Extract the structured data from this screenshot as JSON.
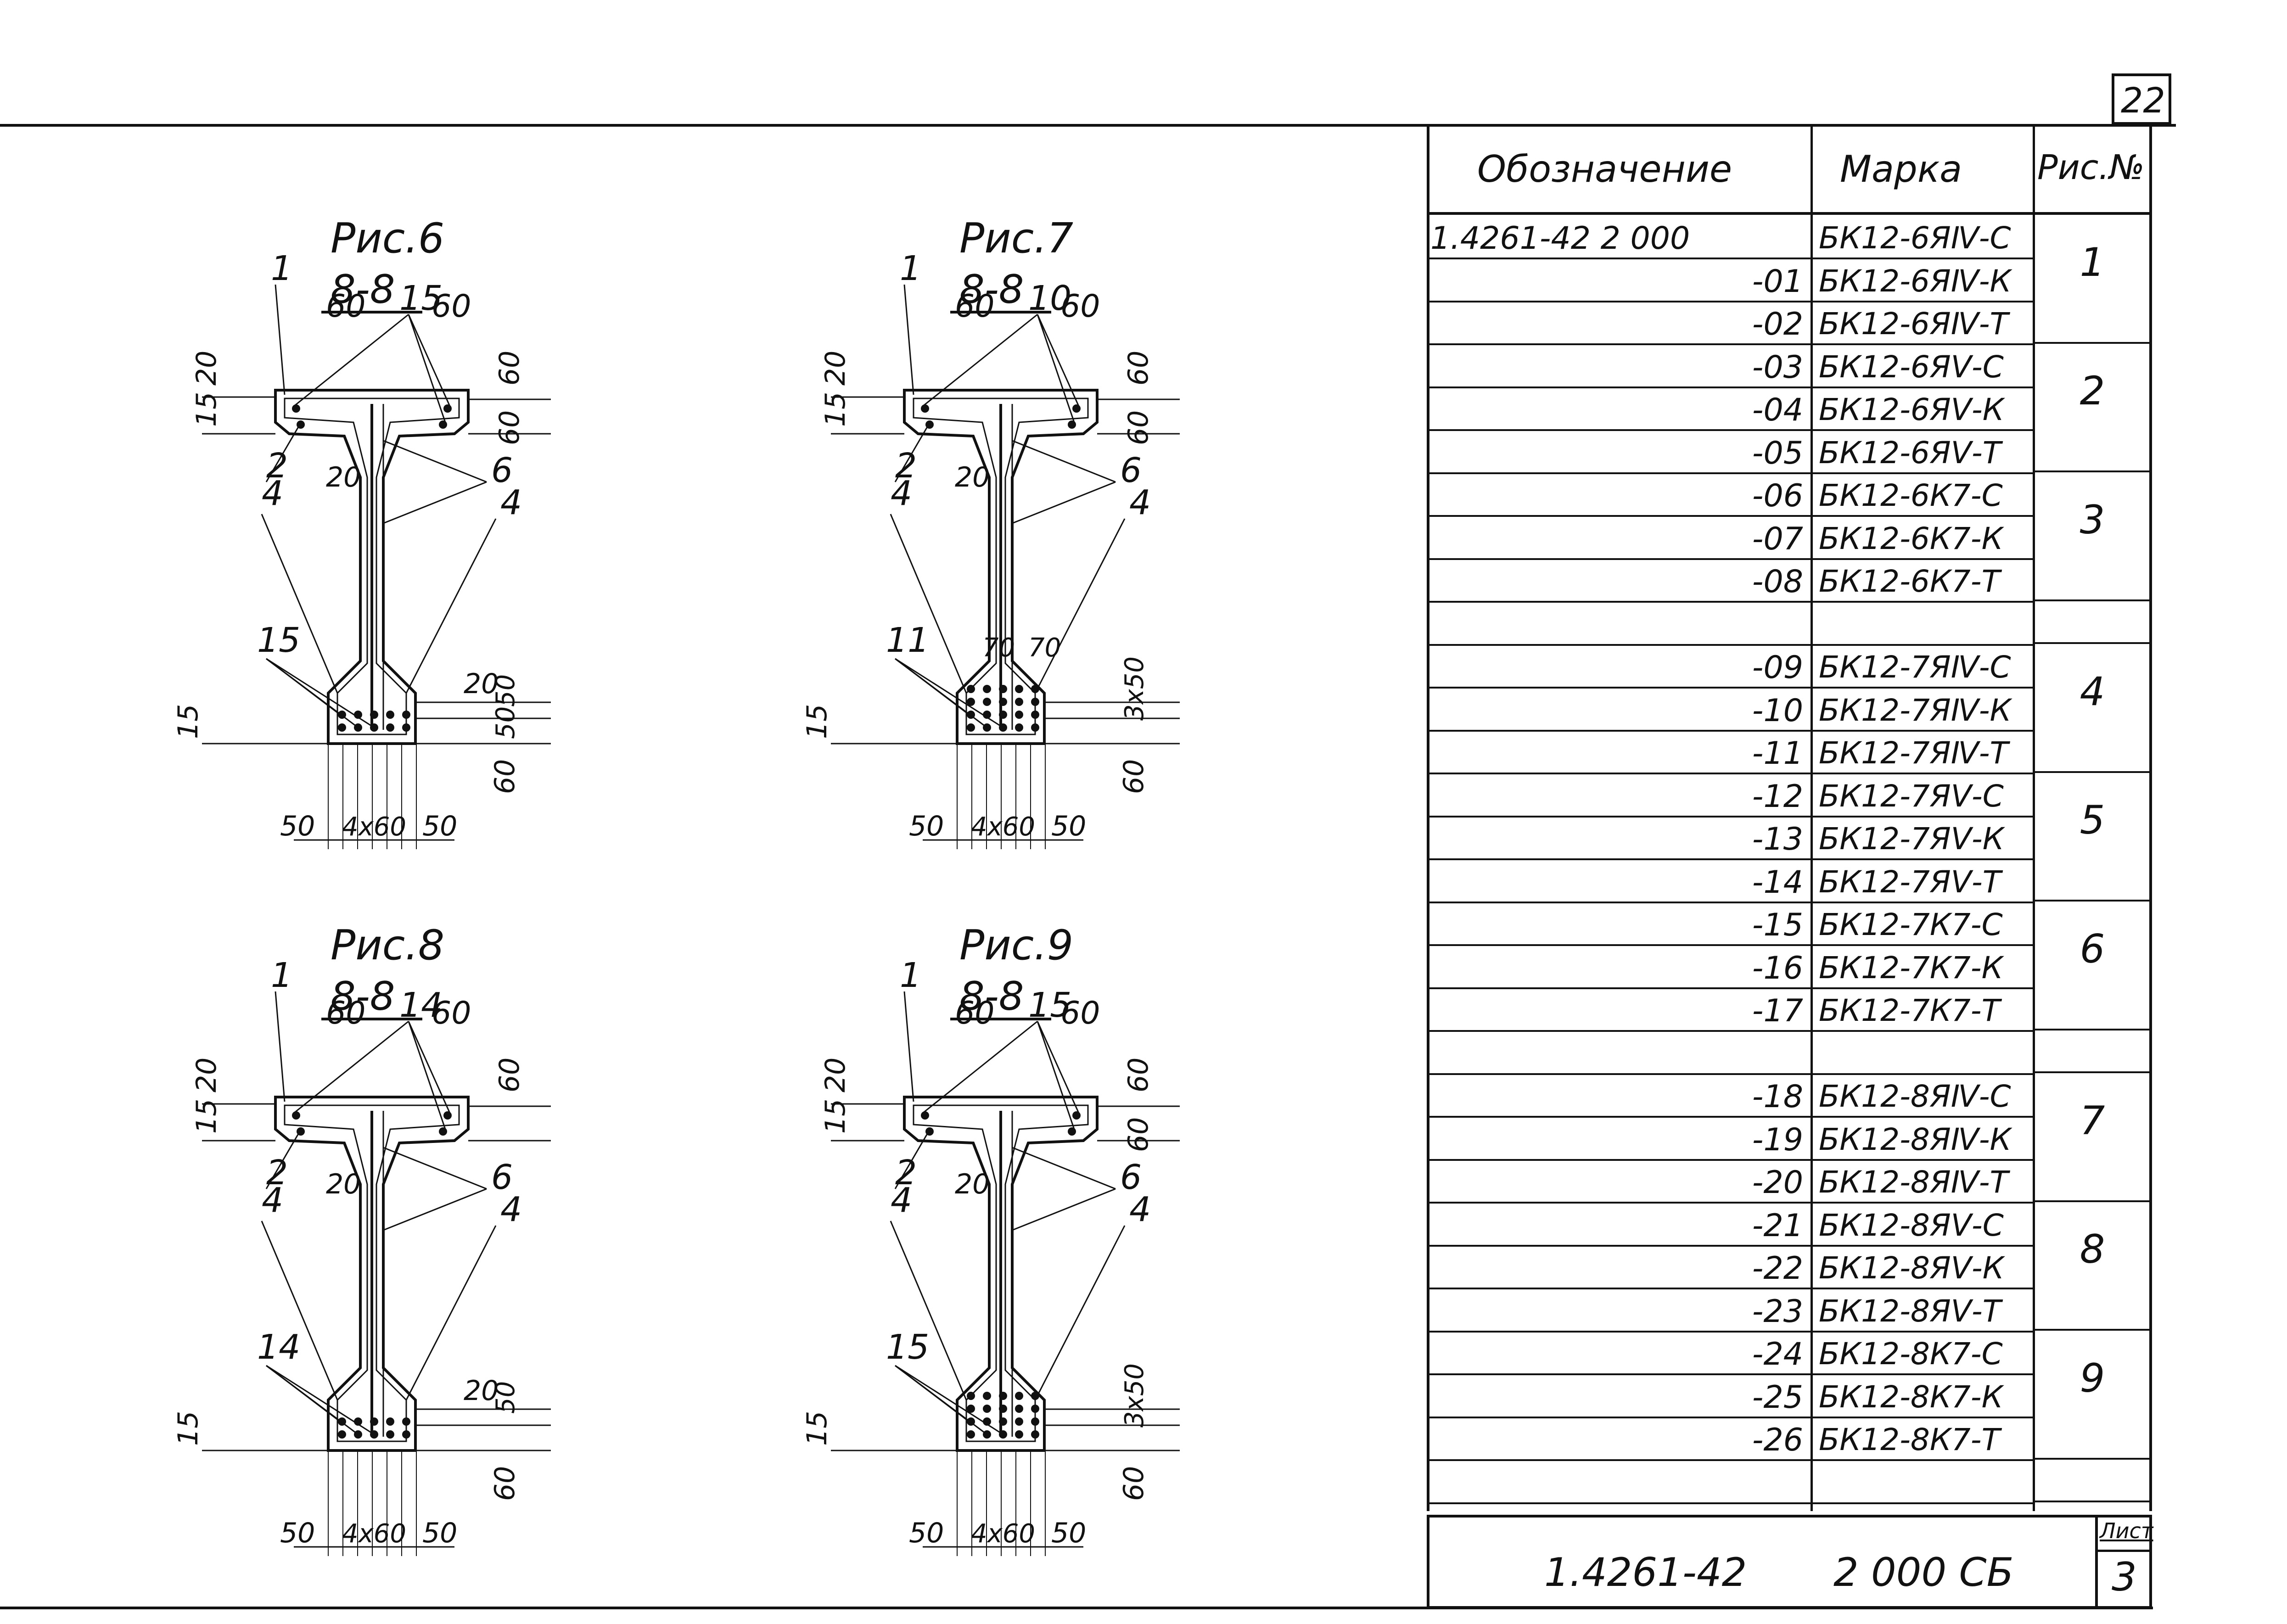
{
  "sheet_number_top": "22",
  "figures": [
    {
      "title": "Рис.6",
      "section": "8-8",
      "labels": {
        "top_left_dim": "60",
        "top_right_dim": "60",
        "bar_top": "15",
        "pos1": "1",
        "pos2": "2",
        "pos4a": "4",
        "pos4b": "4",
        "pos6": "6",
        "dim20a": "20",
        "dim15a": "15",
        "dim20web": "20",
        "right60a": "60",
        "right60b": "60",
        "bar_bottom": "15",
        "dim20b": "20",
        "dim50a": "50",
        "dim50b": "50",
        "dim60c": "60",
        "dim15b": "15",
        "bot_left": "50",
        "bot_mid": "4x60",
        "bot_right": "50"
      }
    },
    {
      "title": "Рис.7",
      "section": "8-8",
      "labels": {
        "top_left_dim": "60",
        "top_right_dim": "60",
        "bar_top": "10",
        "pos1": "1",
        "pos2": "2",
        "pos4a": "4",
        "pos4b": "4",
        "pos6": "6",
        "dim20a": "20",
        "dim15a": "15",
        "dim20web": "20",
        "right60a": "60",
        "right60b": "60",
        "bar_bottom": "11",
        "dim70a": "70",
        "dim70b": "70",
        "dim3x50": "3x50",
        "dim60c": "60",
        "dim15b": "15",
        "bot_left": "50",
        "bot_mid": "4x60",
        "bot_right": "50"
      }
    },
    {
      "title": "Рис.8",
      "section": "8-8",
      "labels": {
        "top_left_dim": "60",
        "top_right_dim": "60",
        "bar_top": "14",
        "pos1": "1",
        "pos2": "2",
        "pos4a": "4",
        "pos4b": "4",
        "pos6": "6",
        "dim20a": "20",
        "dim15a": "15",
        "dim20web": "20",
        "right60a": "60",
        "bar_bottom": "14",
        "dim20b": "20",
        "dim50a": "50",
        "dim60c": "60",
        "dim15b": "15",
        "bot_left": "50",
        "bot_mid": "4x60",
        "bot_right": "50"
      }
    },
    {
      "title": "Рис.9",
      "section": "8-8",
      "labels": {
        "top_left_dim": "60",
        "top_right_dim": "60",
        "bar_top": "15",
        "pos1": "1",
        "pos2": "2",
        "pos4a": "4",
        "pos4b": "4",
        "pos6": "6",
        "dim20a": "20",
        "dim15a": "15",
        "dim20web": "20",
        "right60a": "60",
        "right60b": "60",
        "bar_bottom": "15",
        "dim3x50": "3x50",
        "dim60c": "60",
        "dim15b": "15",
        "bot_left": "50",
        "bot_mid": "4x60",
        "bot_right": "50"
      }
    }
  ],
  "table": {
    "headers": {
      "designation": "Обозначение",
      "mark": "Марка",
      "figure": "Рис.№"
    },
    "rows": [
      {
        "designation": "1.4261-42 2 000",
        "mark": "БК12-6ЯⅣ-С"
      },
      {
        "designation": "-01",
        "mark": "БК12-6ЯⅣ-К"
      },
      {
        "designation": "-02",
        "mark": "БК12-6ЯⅣ-Т"
      },
      {
        "designation": "-03",
        "mark": "БК12-6ЯⅤ-С"
      },
      {
        "designation": "-04",
        "mark": "БК12-6ЯⅤ-К"
      },
      {
        "designation": "-05",
        "mark": "БК12-6ЯⅤ-Т"
      },
      {
        "designation": "-06",
        "mark": "БК12-6К7-С"
      },
      {
        "designation": "-07",
        "mark": "БК12-6К7-К"
      },
      {
        "designation": "-08",
        "mark": "БК12-6К7-Т"
      },
      {
        "designation": "",
        "mark": ""
      },
      {
        "designation": "-09",
        "mark": "БК12-7ЯⅣ-С"
      },
      {
        "designation": "-10",
        "mark": "БК12-7ЯⅣ-К"
      },
      {
        "designation": "-11",
        "mark": "БК12-7ЯⅣ-Т"
      },
      {
        "designation": "-12",
        "mark": "БК12-7ЯⅤ-С"
      },
      {
        "designation": "-13",
        "mark": "БК12-7ЯⅤ-К"
      },
      {
        "designation": "-14",
        "mark": "БК12-7ЯⅤ-Т"
      },
      {
        "designation": "-15",
        "mark": "БК12-7К7-С"
      },
      {
        "designation": "-16",
        "mark": "БК12-7К7-К"
      },
      {
        "designation": "-17",
        "mark": "БК12-7К7-Т"
      },
      {
        "designation": "",
        "mark": ""
      },
      {
        "designation": "-18",
        "mark": "БК12-8ЯⅣ-С"
      },
      {
        "designation": "-19",
        "mark": "БК12-8ЯⅣ-К"
      },
      {
        "designation": "-20",
        "mark": "БК12-8ЯⅣ-Т"
      },
      {
        "designation": "-21",
        "mark": "БК12-8ЯⅤ-С"
      },
      {
        "designation": "-22",
        "mark": "БК12-8ЯⅤ-К"
      },
      {
        "designation": "-23",
        "mark": "БК12-8ЯⅤ-Т"
      },
      {
        "designation": "-24",
        "mark": "БК12-8К7-С"
      },
      {
        "designation": "-25",
        "mark": "БК12-8К7-К"
      },
      {
        "designation": "-26",
        "mark": "БК12-8К7-Т"
      },
      {
        "designation": "",
        "mark": ""
      }
    ],
    "figure_groups": [
      "1",
      "2",
      "3",
      "4",
      "5",
      "6",
      "7",
      "8",
      "9"
    ]
  },
  "title_block": {
    "code": "1.4261-42",
    "doc": "2 000 СБ",
    "sheet_label": "Лист",
    "sheet_number": "3"
  }
}
